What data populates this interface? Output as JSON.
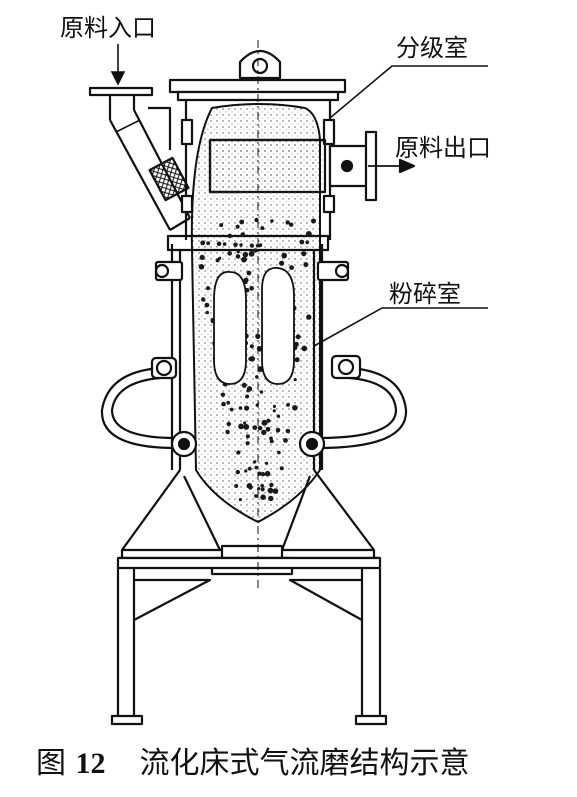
{
  "labels": {
    "inlet": "原料入口",
    "classifier": "分级室",
    "outlet": "原料出口",
    "grinding": "粉碎室"
  },
  "caption": {
    "prefix": "图",
    "number": "12",
    "title": "流化床式气流磨结构示意"
  },
  "colors": {
    "line": "#111111",
    "shade": "#bdbdbd",
    "particle": "#1a1a1a"
  }
}
